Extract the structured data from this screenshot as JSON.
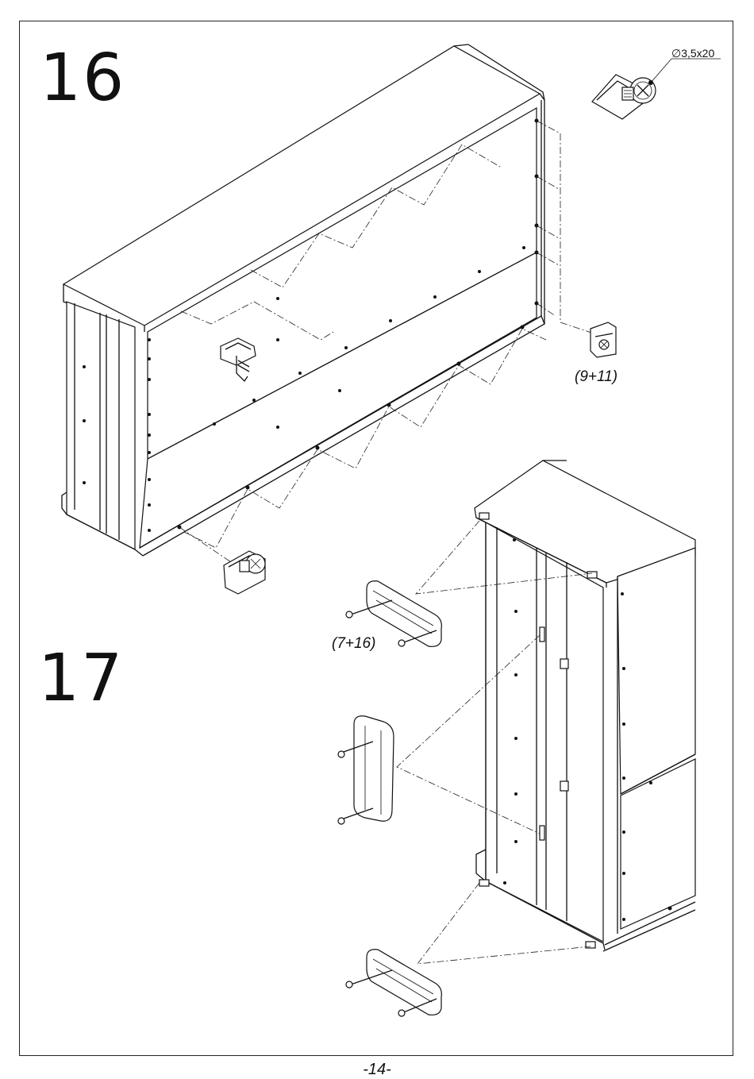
{
  "steps": {
    "step_a": "16",
    "step_b": "17"
  },
  "labels": {
    "screw_spec": "∅3,5x20",
    "bracket_parts": "(9+11)",
    "foot_parts": "(7+16)"
  },
  "footer": {
    "page_number": "-14-"
  },
  "icons": [
    "screw-icon",
    "corner-bracket-icon",
    "furniture-foot-icon"
  ]
}
